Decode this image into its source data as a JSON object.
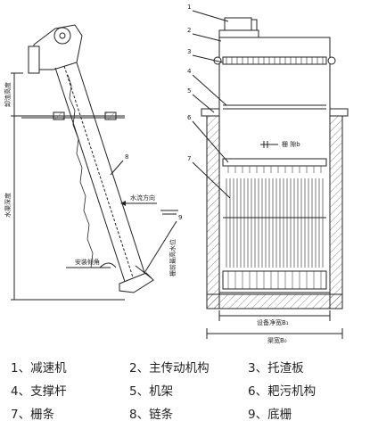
{
  "side_view": {
    "labels": {
      "dump_height": "卸渣高度",
      "water_depth": "水渠深度",
      "flow_direction": "水流方向",
      "install_angle": "安装倾角",
      "grid_max_level": "栅前最高水位"
    },
    "callouts": [
      "8",
      "9"
    ]
  },
  "front_view": {
    "callouts": [
      "1",
      "2",
      "3",
      "4",
      "5",
      "6",
      "7"
    ],
    "labels": {
      "bar_gap": "栅 隙b",
      "device_width": "设备净宽B₁",
      "channel_width": "渠宽B₀"
    }
  },
  "legend": [
    "1、减速机",
    "2、主传动机构",
    "3、托渣板",
    "4、支撑杆",
    "5、机架",
    "6、耙污机构",
    "7、栅条",
    "8、链条",
    "9、底栅"
  ]
}
